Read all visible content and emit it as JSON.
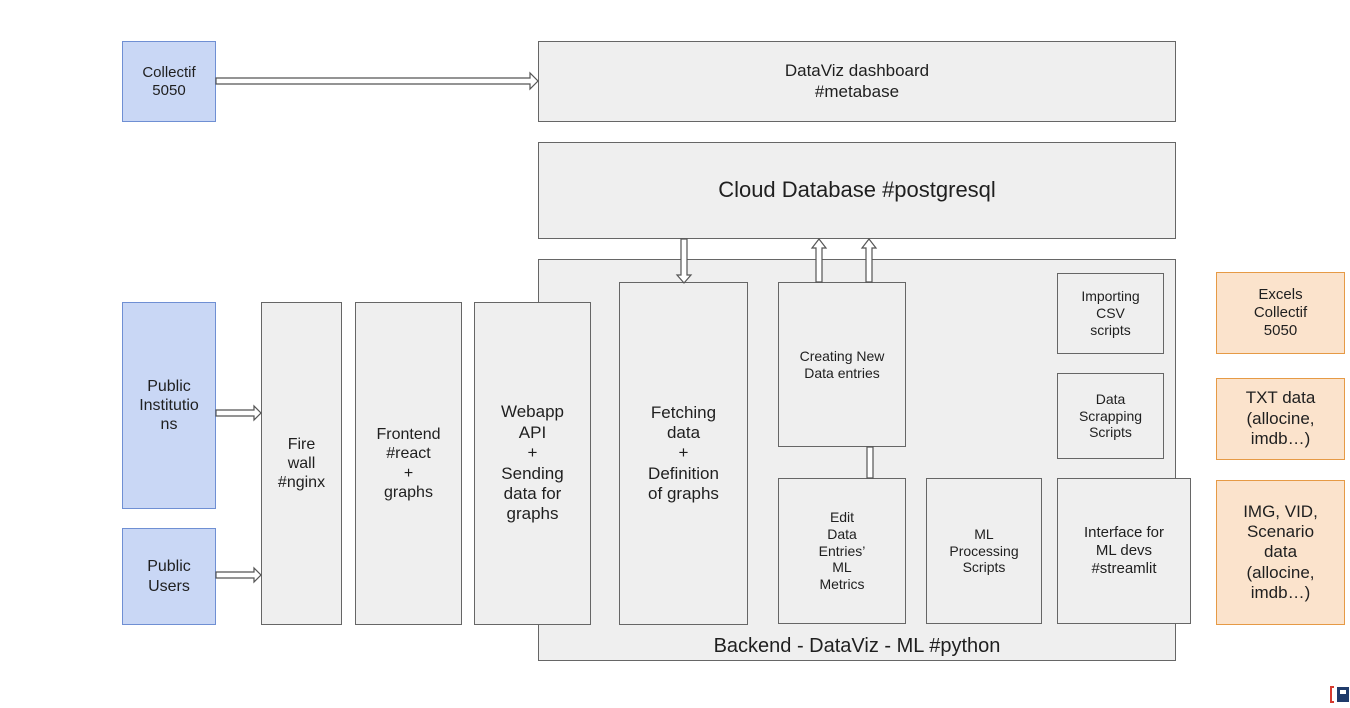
{
  "boxes": {
    "collectif": "Collectif\n5050",
    "dataviz": "DataViz dashboard\n#metabase",
    "cloud_db": "Cloud Database #postgresql",
    "backend": "Backend - DataViz - ML #python",
    "public_institutions": "Public\nInstitutio\nns",
    "public_users": "Public\nUsers",
    "firewall": "Fire\nwall\n#nginx",
    "frontend": "Frontend\n#react\n+\ngraphs",
    "webapp_api": "Webapp\nAPI\n+\nSending\ndata for\ngraphs",
    "fetching": "Fetching\ndata\n+\nDefinition\nof graphs",
    "creating": "Creating New\nData entries",
    "edit": "Edit\nData\nEntries’\nML\nMetrics",
    "ml_processing": "ML\nProcessing\nScripts",
    "interface_ml": "Interface for\nML devs\n#streamlit",
    "importing_csv": "Importing\nCSV\nscripts",
    "scrapping": "Data\nScrapping\nScripts",
    "excels": "Excels\nCollectif\n5050",
    "txt_data": "TXT data\n(allocine,\nimdb…)",
    "img_vid": "IMG, VID,\nScenario\ndata\n(allocine,\nimdb…)"
  },
  "colors": {
    "box_fill": "#efefef",
    "box_border": "#666666",
    "user_fill": "#c9d7f5",
    "user_border": "#6f8fd3",
    "source_fill": "#fbe3cc",
    "source_border": "#e69a45"
  },
  "logo": {
    "icon": "brand-logo-icon"
  }
}
